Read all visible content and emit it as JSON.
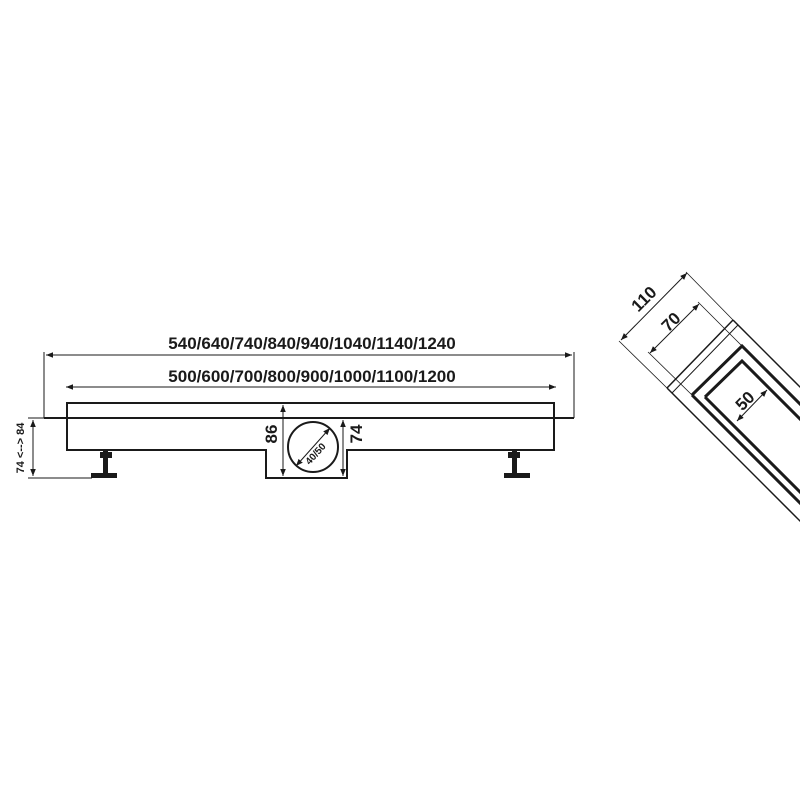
{
  "front_view": {
    "overall_length": "540/640/740/840/940/1040/1140/1240",
    "channel_length": "500/600/700/800/900/1000/1100/1200",
    "height_range": "74 <--> 84",
    "total_depth": "86",
    "outlet_depth": "74",
    "outlet_diameter": "40/50"
  },
  "section_view": {
    "outer_width": "110",
    "inner_width": "70",
    "grate_width": "50"
  },
  "colors": {
    "line": "#1a1a1a",
    "background": "#ffffff"
  }
}
